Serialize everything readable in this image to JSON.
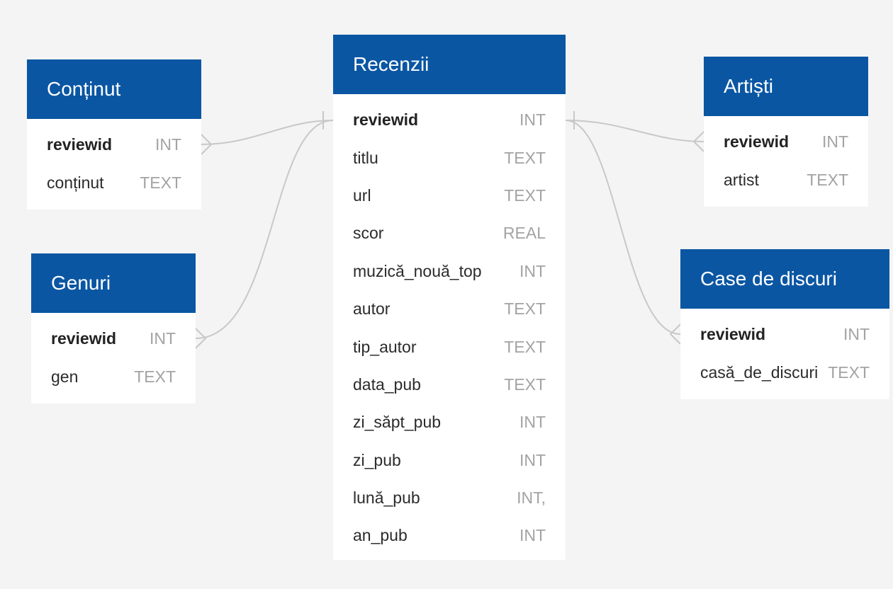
{
  "colors": {
    "header_bg": "#0a56a3",
    "header_text": "#ffffff",
    "canvas_bg": "#f4f4f5",
    "connector": "#c8c8c8",
    "type_text": "#a3a3a3"
  },
  "tables": {
    "recenzii": {
      "title": "Recenzii",
      "columns": [
        {
          "name": "reviewid",
          "type": "INT"
        },
        {
          "name": "titlu",
          "type": "TEXT"
        },
        {
          "name": "url",
          "type": "TEXT"
        },
        {
          "name": "scor",
          "type": "REAL"
        },
        {
          "name": "muzică_nouă_top",
          "type": "INT"
        },
        {
          "name": "autor",
          "type": "TEXT"
        },
        {
          "name": "tip_autor",
          "type": "TEXT"
        },
        {
          "name": "data_pub",
          "type": "TEXT"
        },
        {
          "name": "zi_săpt_pub",
          "type": "INT"
        },
        {
          "name": "zi_pub",
          "type": "INT"
        },
        {
          "name": "lună_pub",
          "type": "INT,"
        },
        {
          "name": "an_pub",
          "type": "INT"
        }
      ]
    },
    "continut": {
      "title": "Conținut",
      "columns": [
        {
          "name": "reviewid",
          "type": "INT"
        },
        {
          "name": "conținut",
          "type": "TEXT"
        }
      ]
    },
    "genuri": {
      "title": "Genuri",
      "columns": [
        {
          "name": "reviewid",
          "type": "INT"
        },
        {
          "name": "gen",
          "type": "TEXT"
        }
      ]
    },
    "artisti": {
      "title": "Artiști",
      "columns": [
        {
          "name": "reviewid",
          "type": "INT"
        },
        {
          "name": "artist",
          "type": "TEXT"
        }
      ]
    },
    "case_de_discuri": {
      "title": "Case de discuri",
      "columns": [
        {
          "name": "reviewid",
          "type": "INT"
        },
        {
          "name": "casă_de_discuri",
          "type": "TEXT"
        }
      ]
    }
  },
  "relationships": [
    {
      "from": "recenzii.reviewid",
      "to": "continut.reviewid",
      "cardinality": "one-to-many"
    },
    {
      "from": "recenzii.reviewid",
      "to": "genuri.reviewid",
      "cardinality": "one-to-many"
    },
    {
      "from": "recenzii.reviewid",
      "to": "artisti.reviewid",
      "cardinality": "one-to-many"
    },
    {
      "from": "recenzii.reviewid",
      "to": "case_de_discuri.reviewid",
      "cardinality": "one-to-many"
    }
  ]
}
